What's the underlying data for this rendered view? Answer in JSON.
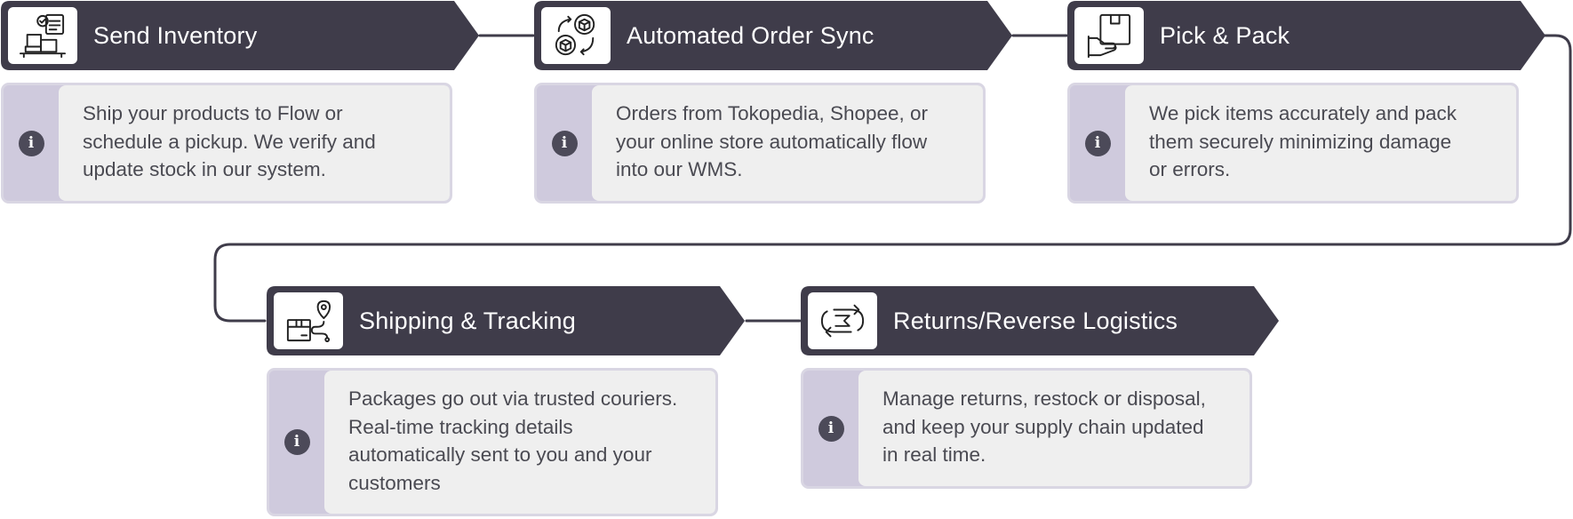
{
  "colors": {
    "header": "#3f3c4a",
    "icon_bg": "#ffffff",
    "info_column": "#cfcadd",
    "text_panel": "#efefef",
    "connector": "#3f3c4a",
    "body_text": "#4a4a52"
  },
  "steps": [
    {
      "title": "Send Inventory",
      "icon": "inventory-boxes-checklist-icon",
      "description": "Ship your products to Flow or schedule a pickup. We verify and update stock in our system.",
      "description_lines": [
        "Ship your products to Flow or",
        "schedule a pickup. We verify and",
        "update stock in our system."
      ]
    },
    {
      "title": "Automated Order Sync",
      "icon": "sync-boxes-arrows-icon",
      "description": "Orders from Tokopedia, Shopee, or your online store automatically flow into our WMS.",
      "description_lines": [
        "Orders from Tokopedia, Shopee, or",
        "your online store automatically flow",
        "into our WMS."
      ]
    },
    {
      "title": "Pick & Pack",
      "icon": "hand-holding-box-icon",
      "description": "We pick items accurately and pack them securely minimizing damage or errors.",
      "description_lines": [
        "We pick items accurately and pack",
        "them securely minimizing damage",
        "or errors."
      ]
    },
    {
      "title": "Shipping & Tracking",
      "icon": "box-route-location-pin-icon",
      "description": "Packages go out via trusted couriers. Real-time tracking details automatically sent to you and your customers",
      "description_lines": [
        "Packages go out via trusted couriers.",
        "Real-time tracking details",
        "automatically sent to you and your",
        "customers"
      ]
    },
    {
      "title": "Returns/Reverse Logistics",
      "icon": "return-cycle-arrows-icon",
      "description": "Manage returns, restock or disposal, and keep your supply chain updated in real time.",
      "description_lines": [
        "Manage returns, restock or disposal,",
        "and keep your supply chain updated",
        "in real time."
      ]
    }
  ]
}
